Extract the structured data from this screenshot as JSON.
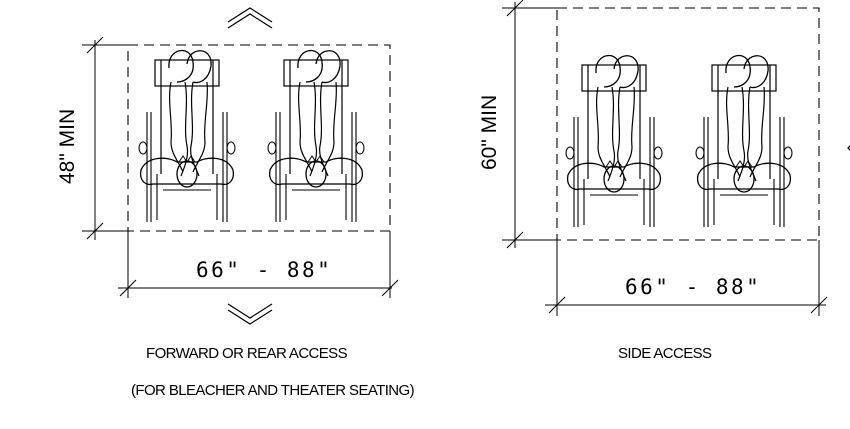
{
  "diagram": {
    "left_panel": {
      "width_dimension": "66\" - 88\"",
      "depth_dimension": "48\" MIN",
      "caption_line1": "FORWARD OR REAR ACCESS",
      "caption_line2": "(FOR BLEACHER AND THEATER SEATING)"
    },
    "right_panel": {
      "width_dimension": "66\" - 88\"",
      "depth_dimension": "60\" MIN",
      "caption_line1": "SIDE ACCESS"
    },
    "wheelchair_icon": "wheelchair-occupant-icon",
    "access_arrow_icon": "chevron-icon",
    "line_color": "#000000",
    "background_color": "#ffffff"
  }
}
